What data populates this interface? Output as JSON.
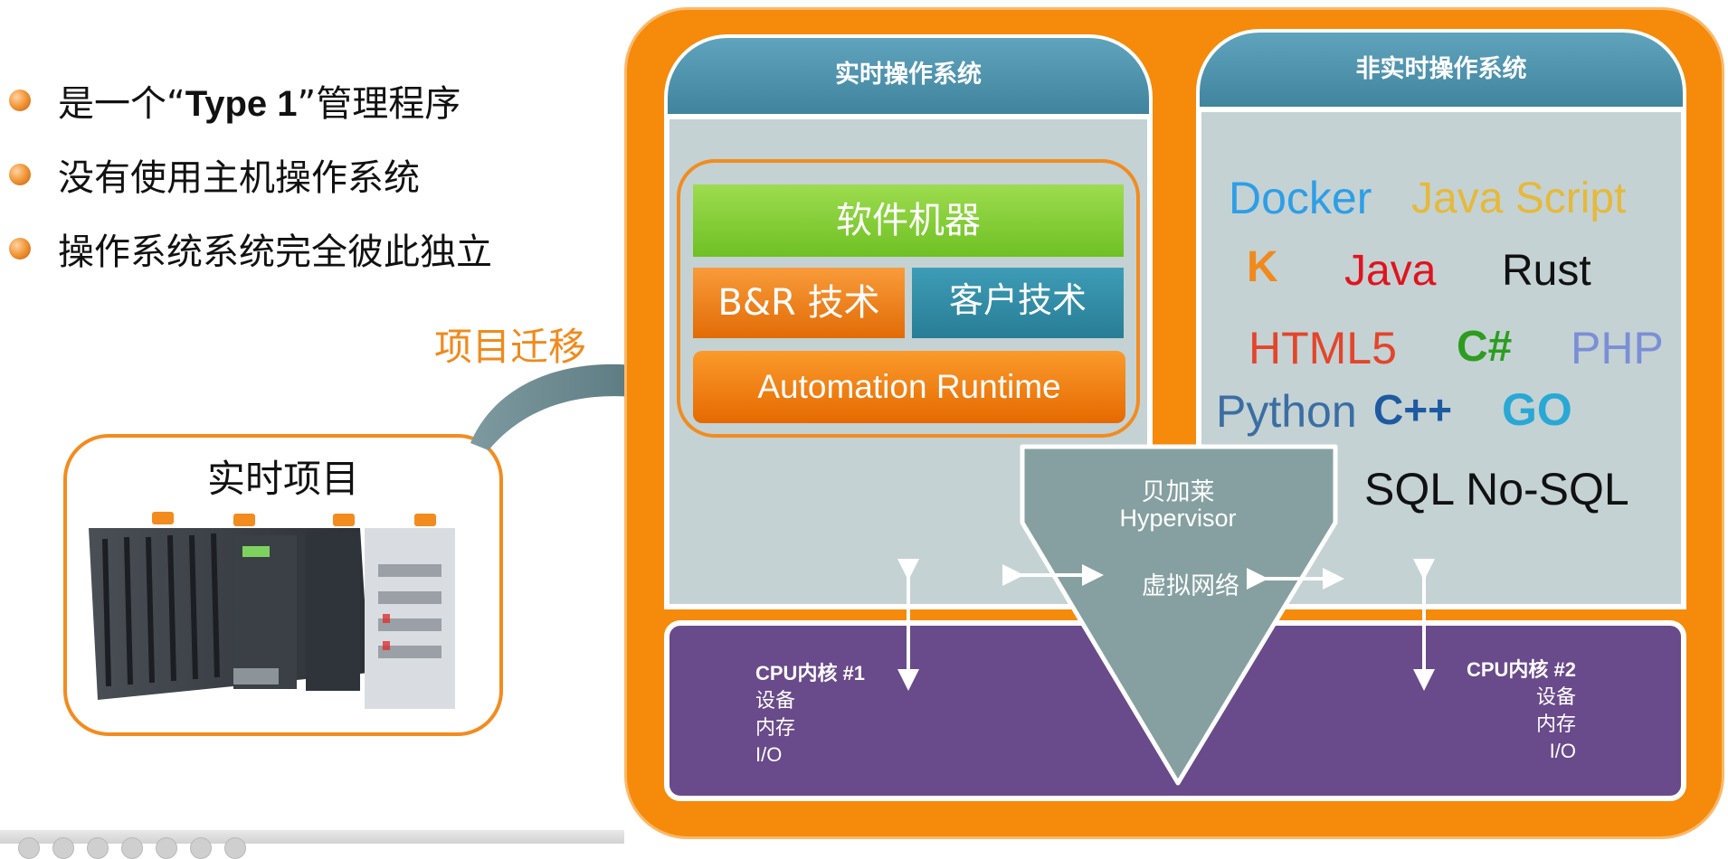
{
  "bullets": [
    {
      "pre": "是一个“",
      "bold": "Type 1",
      "post": "”管理程序"
    },
    {
      "pre": "没有使用主机操作系统",
      "bold": "",
      "post": ""
    },
    {
      "pre": "操作系统系统完全彼此独立",
      "bold": "",
      "post": ""
    }
  ],
  "migration_label": "项目迁移",
  "realtime_project": {
    "title": "实时项目"
  },
  "rtos": {
    "title": "实时操作系统",
    "stack": {
      "machine": "软件机器",
      "br_tech": "B&R 技术",
      "customer_tech": "客户技术",
      "runtime": "Automation Runtime"
    }
  },
  "non_rtos": {
    "title": "非实时操作系统",
    "languages": [
      {
        "text": "Docker",
        "color": "#2e9ee6"
      },
      {
        "text": "Java Script",
        "color": "#e6b93a"
      },
      {
        "text": "K",
        "color": "#f08a1c"
      },
      {
        "text": "Java",
        "color": "#e0141e"
      },
      {
        "text": "Rust",
        "color": "#111111"
      },
      {
        "text": "HTML5",
        "color": "#e4452a"
      },
      {
        "text": "C#",
        "color": "#2d9c1f"
      },
      {
        "text": "PHP",
        "color": "#7b8fd6"
      },
      {
        "text": "Python",
        "color": "#3b6ea3"
      },
      {
        "text": "C++",
        "color": "#1e5aa0"
      },
      {
        "text": "GO",
        "color": "#29a8d6"
      },
      {
        "text": "SQL No-SQL",
        "color": "#111111"
      }
    ]
  },
  "hypervisor": {
    "line1": "贝加莱",
    "line2": "Hypervisor",
    "network": "虚拟网络"
  },
  "cpu1": {
    "title": "CPU内核 #1",
    "lines": [
      "设备",
      "内存",
      "I/O"
    ]
  },
  "cpu2": {
    "title": "CPU内核 #2",
    "lines": [
      "设备",
      "内存",
      "I/O"
    ]
  },
  "colors": {
    "accent_orange": "#f58a0b",
    "header_blue": "#4a8faa",
    "panel_gray": "#c4d2d4",
    "hardware_purple": "#694a8a",
    "hypervisor_gray": "#86a0a1"
  }
}
